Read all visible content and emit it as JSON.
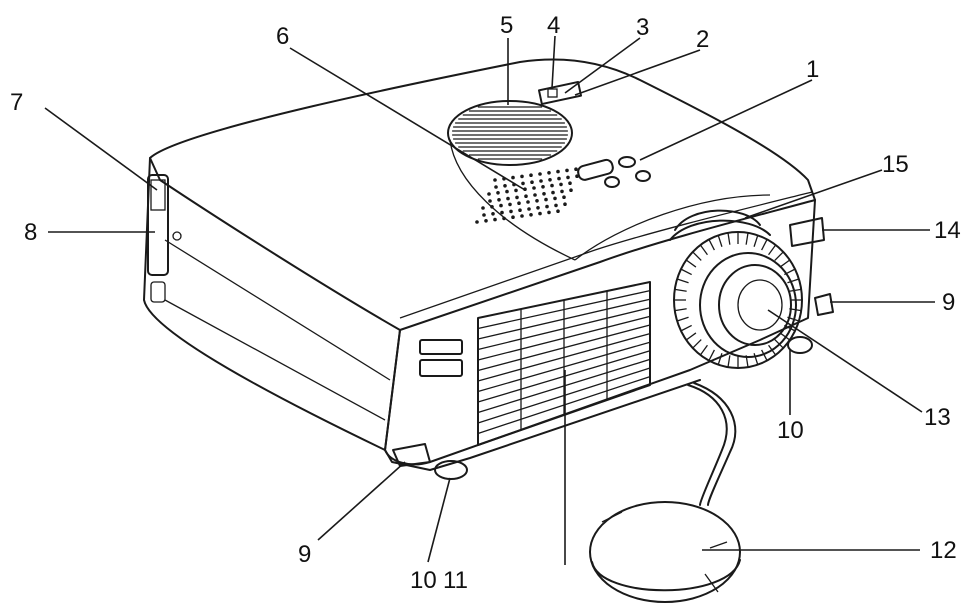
{
  "callouts": [
    {
      "id": "c1",
      "text": "1"
    },
    {
      "id": "c2",
      "text": "2"
    },
    {
      "id": "c3",
      "text": "3"
    },
    {
      "id": "c4",
      "text": "4"
    },
    {
      "id": "c5",
      "text": "5"
    },
    {
      "id": "c6",
      "text": "6"
    },
    {
      "id": "c7",
      "text": "7"
    },
    {
      "id": "c8",
      "text": "8"
    },
    {
      "id": "c9a",
      "text": "9"
    },
    {
      "id": "c9b",
      "text": "9"
    },
    {
      "id": "c10a",
      "text": "10"
    },
    {
      "id": "c10b",
      "text": "10"
    },
    {
      "id": "c11",
      "text": "11"
    },
    {
      "id": "c12",
      "text": "12"
    },
    {
      "id": "c13",
      "text": "13"
    },
    {
      "id": "c14",
      "text": "14"
    },
    {
      "id": "c15",
      "text": "15"
    }
  ]
}
